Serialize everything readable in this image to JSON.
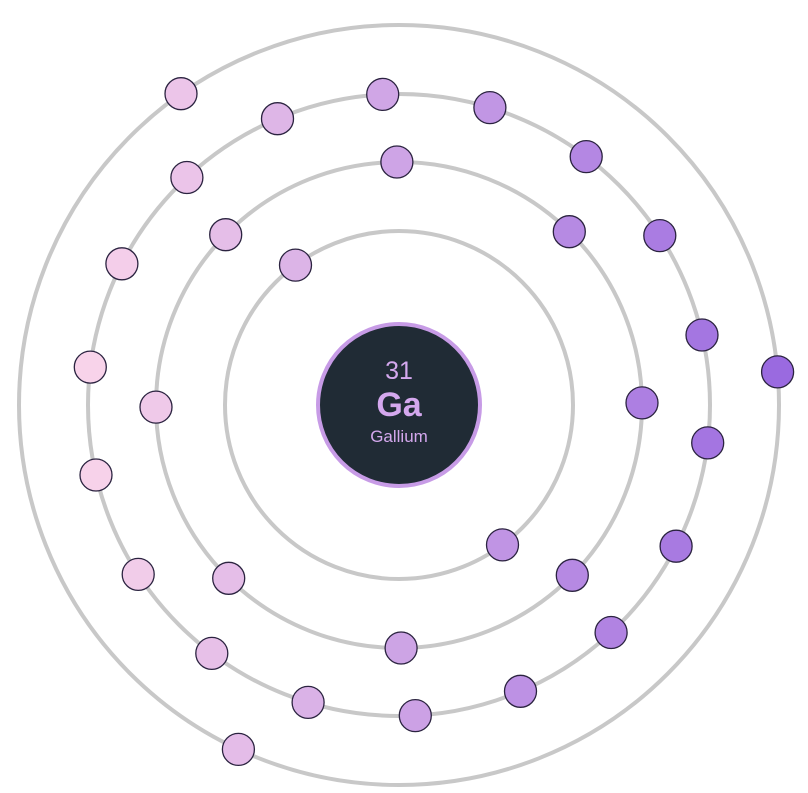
{
  "element": {
    "atomic_number": "31",
    "symbol": "Ga",
    "name": "Gallium"
  },
  "shells": [
    {
      "electron_count": 2
    },
    {
      "electron_count": 8
    },
    {
      "electron_count": 18
    },
    {
      "electron_count": 3
    }
  ],
  "colors": {
    "nucleus_fill": "#202b35",
    "nucleus_ring": "#c79be6",
    "nucleus_text": "#d4a8ee",
    "shell_stroke": "#c8c8c8",
    "electron_gradient_start": "#f8d3ea",
    "electron_gradient_end": "#9a6ae0"
  }
}
